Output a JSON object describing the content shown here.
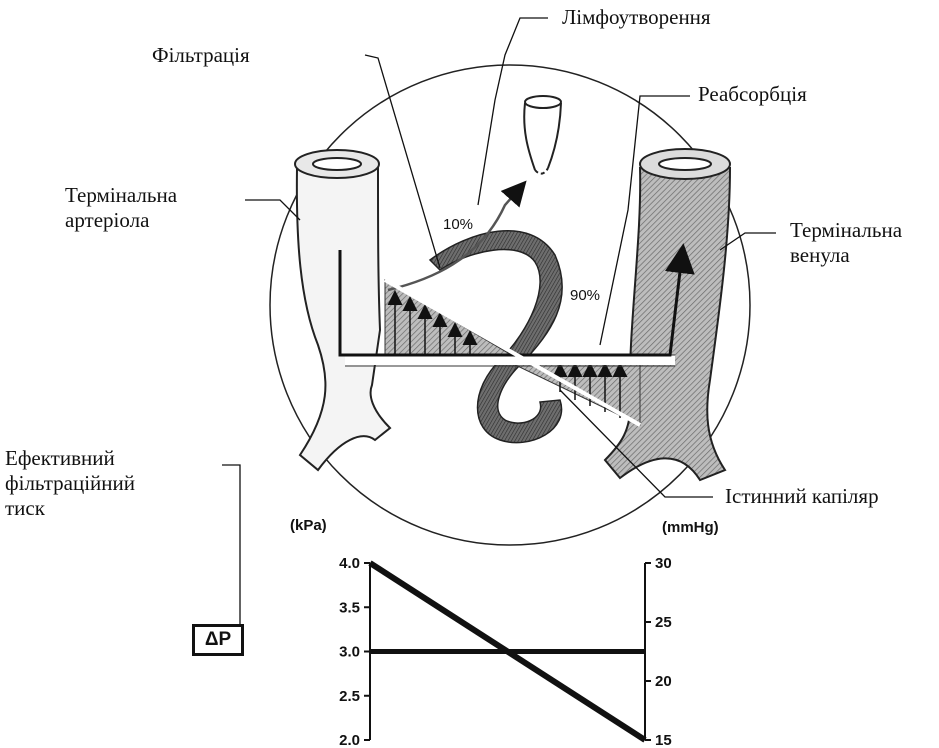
{
  "labels": {
    "lymph": "Лімфоутворення",
    "filtration": "Фільтрація",
    "reabsorption": "Реабсорбція",
    "arteriole": [
      "Термінальна",
      "артеріола"
    ],
    "venule": [
      "Термінальна",
      "венула"
    ],
    "capillary": "Істинний капіляр",
    "pressure": [
      "Ефективний",
      "фільтраційний",
      "тиск"
    ],
    "delta_p": "ΔP",
    "pct_lymph": "10%",
    "pct_reabs": "90%"
  },
  "chart_data": {
    "type": "line",
    "ylabel_left": "(kPa)",
    "ylabel_right": "(mmHg)",
    "y_left_ticks": [
      "4.0",
      "3.5",
      "3.0",
      "2.5",
      "2.0"
    ],
    "y_right_ticks": [
      "30",
      "25",
      "20",
      "15"
    ],
    "ylim_left": [
      2.0,
      4.0
    ],
    "ylim_right": [
      15,
      30
    ],
    "x": [
      0,
      1
    ],
    "series": [
      {
        "values": [
          4.0,
          2.0
        ]
      },
      {
        "values": [
          3.0,
          3.0
        ]
      }
    ]
  }
}
